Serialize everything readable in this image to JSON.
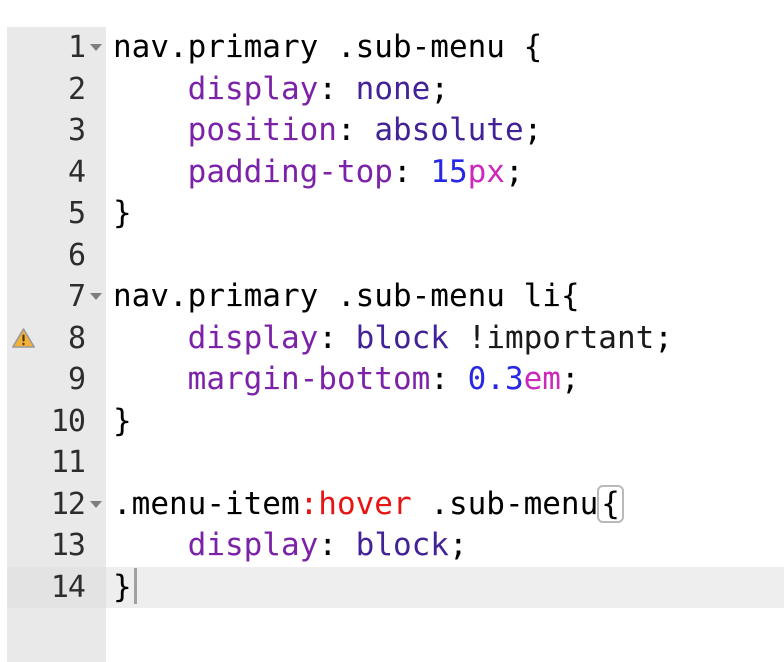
{
  "editor": {
    "type": "css-code-editor",
    "background": "#ffffff",
    "gutter_background": "#e9e9e9",
    "gutter_current_background": "#e3e3e3",
    "current_line_background": "#eeeeee",
    "cursor_color": "#a0a0a0",
    "fold_arrow_color": "#7e7e7e",
    "line_number_color": "#2d2d2d",
    "warning_icon": "warning-triangle-icon",
    "token_colors": {
      "sel": "#000000",
      "prop": "#7c22a8",
      "val": "#422297",
      "num": "#2727e6",
      "unit": "#cc29bc",
      "pseudo": "#e81414",
      "imp": "#1a1a1a",
      "punct": "#000000",
      "plain": "#000000",
      "brace_match": "#000000"
    },
    "lines": [
      {
        "num": "1",
        "fold": true,
        "tokens": [
          [
            "sel",
            "nav.primary .sub-menu "
          ],
          [
            "punct",
            "{"
          ]
        ]
      },
      {
        "num": "2",
        "tokens": [
          [
            "plain",
            "    "
          ],
          [
            "prop",
            "display"
          ],
          [
            "punct",
            ":"
          ],
          [
            "plain",
            " "
          ],
          [
            "val",
            "none"
          ],
          [
            "punct",
            ";"
          ]
        ]
      },
      {
        "num": "3",
        "tokens": [
          [
            "plain",
            "    "
          ],
          [
            "prop",
            "position"
          ],
          [
            "punct",
            ":"
          ],
          [
            "plain",
            " "
          ],
          [
            "val",
            "absolute"
          ],
          [
            "punct",
            ";"
          ]
        ]
      },
      {
        "num": "4",
        "tokens": [
          [
            "plain",
            "    "
          ],
          [
            "prop",
            "padding-top"
          ],
          [
            "punct",
            ":"
          ],
          [
            "plain",
            " "
          ],
          [
            "num",
            "15"
          ],
          [
            "unit",
            "px"
          ],
          [
            "punct",
            ";"
          ]
        ]
      },
      {
        "num": "5",
        "tokens": [
          [
            "punct",
            "}"
          ]
        ]
      },
      {
        "num": "6",
        "tokens": []
      },
      {
        "num": "7",
        "fold": true,
        "tokens": [
          [
            "sel",
            "nav.primary .sub-menu li"
          ],
          [
            "punct",
            "{"
          ]
        ]
      },
      {
        "num": "8",
        "warning": true,
        "tokens": [
          [
            "plain",
            "    "
          ],
          [
            "prop",
            "display"
          ],
          [
            "punct",
            ":"
          ],
          [
            "plain",
            " "
          ],
          [
            "val",
            "block"
          ],
          [
            "plain",
            " "
          ],
          [
            "imp",
            "!important"
          ],
          [
            "punct",
            ";"
          ]
        ]
      },
      {
        "num": "9",
        "tokens": [
          [
            "plain",
            "    "
          ],
          [
            "prop",
            "margin-bottom"
          ],
          [
            "punct",
            ":"
          ],
          [
            "plain",
            " "
          ],
          [
            "num",
            "0.3"
          ],
          [
            "unit",
            "em"
          ],
          [
            "punct",
            ";"
          ]
        ]
      },
      {
        "num": "10",
        "tokens": [
          [
            "punct",
            "}"
          ]
        ]
      },
      {
        "num": "11",
        "tokens": []
      },
      {
        "num": "12",
        "fold": true,
        "tokens": [
          [
            "sel",
            ".menu-item"
          ],
          [
            "pseudo",
            ":hover"
          ],
          [
            "sel",
            " .sub-menu"
          ],
          [
            "brace_match",
            "{"
          ]
        ]
      },
      {
        "num": "13",
        "tokens": [
          [
            "plain",
            "    "
          ],
          [
            "prop",
            "display"
          ],
          [
            "punct",
            ":"
          ],
          [
            "plain",
            " "
          ],
          [
            "val",
            "block"
          ],
          [
            "punct",
            ";"
          ]
        ]
      },
      {
        "num": "14",
        "current": true,
        "cursor": true,
        "tokens": [
          [
            "punct",
            "}"
          ]
        ]
      }
    ]
  }
}
